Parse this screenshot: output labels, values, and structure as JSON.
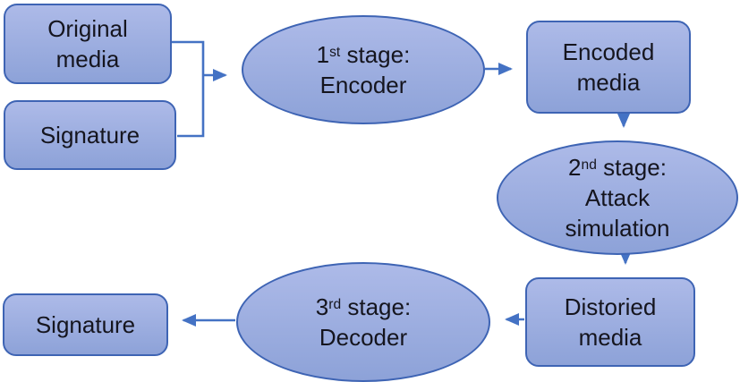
{
  "theme": {
    "bg": "#ffffff",
    "fill-top": "#adbae8",
    "fill-bottom": "#8da2d8",
    "shape-border": "#3e64b4",
    "connector": "#4472c4",
    "text": "#15151e"
  },
  "diagram": {
    "boxes": [
      {
        "id": "original-media",
        "lines": [
          "Original",
          "media"
        ]
      },
      {
        "id": "signature-input",
        "lines": [
          "Signature"
        ]
      },
      {
        "id": "encoded-media",
        "lines": [
          "Encoded",
          "media"
        ]
      },
      {
        "id": "distoried-media",
        "lines": [
          "Distoried",
          "media"
        ]
      },
      {
        "id": "signature-output",
        "lines": [
          "Signature"
        ]
      }
    ],
    "ellipses": [
      {
        "id": "stage1-encoder",
        "num": "1",
        "sup": "st",
        "rest": " stage:",
        "lines": [
          "Encoder"
        ]
      },
      {
        "id": "stage2-attack",
        "num": "2",
        "sup": "nd",
        "rest": " stage:",
        "lines": [
          "Attack",
          "simulation"
        ]
      },
      {
        "id": "stage3-decoder",
        "num": "3",
        "sup": "rd",
        "rest": " stage:",
        "lines": [
          "Decoder"
        ]
      }
    ]
  }
}
